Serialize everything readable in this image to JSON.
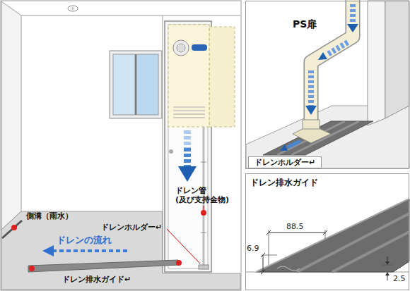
{
  "diagram": {
    "nodes": [
      {
        "text": [
          "PS扉"
        ]
      },
      {
        "text": [
          "ドレンホルダー↵"
        ],
        "in": 0
      },
      {
        "text": [
          "ドレン排水ガイド"
        ]
      }
    ],
    "labels": [
      "ドレン管 (及び支持金物)",
      "ドレンホルダー↵",
      "側溝（雨水）",
      "ドレンの流れ",
      "ドレン排水ガイド↵",
      "88.5",
      "6.9",
      "2.5"
    ]
  }
}
